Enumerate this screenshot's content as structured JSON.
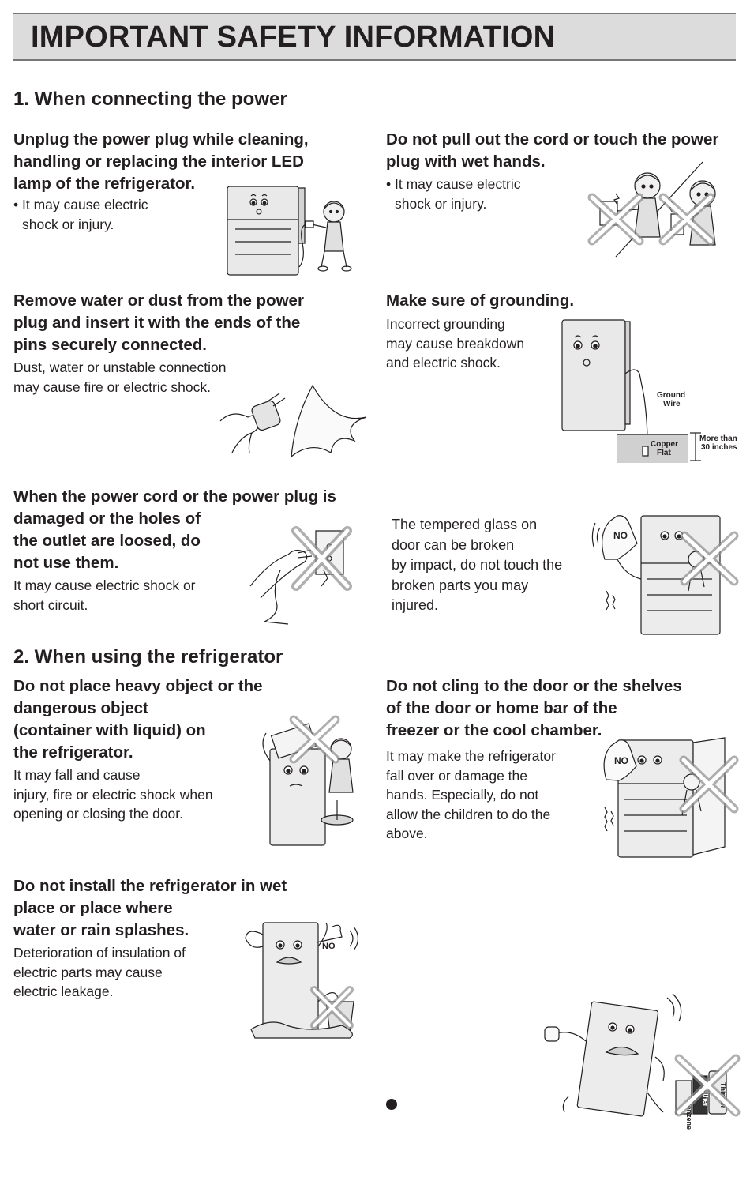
{
  "title": "IMPORTANT SAFETY INFORMATION",
  "section1": {
    "title": "1. When connecting the power",
    "b1": {
      "heading": [
        "Unplug the power plug while cleaning,",
        "handling or replacing the interior LED",
        "lamp of the refrigerator."
      ],
      "text": [
        "• It may cause electric",
        "shock or injury."
      ]
    },
    "b2": {
      "heading": [
        "Do not pull out the cord or touch the power",
        "plug with wet hands."
      ],
      "text": [
        "• It may cause electric",
        "shock or injury."
      ]
    },
    "b3": {
      "heading": [
        "Remove water or dust from the power",
        "plug and insert it with the ends of the",
        "pins securely connected."
      ],
      "text": [
        "Dust, water or unstable connection",
        "may cause fire or electric shock."
      ]
    },
    "b4": {
      "heading": [
        "Make sure of grounding."
      ],
      "text": [
        "Incorrect grounding",
        "may cause breakdown",
        "and electric shock."
      ],
      "labels": {
        "ground1": "Ground",
        "ground2": "Wire",
        "copper1": "Copper",
        "copper2": "Flat",
        "more1": "More than",
        "more2": "30 inches"
      }
    },
    "b5": {
      "heading": [
        "When the power cord or the power plug is",
        "damaged or the holes of",
        "the outlet are loosed, do",
        "not use them."
      ],
      "text": [
        "It may cause electric shock or",
        "short circuit."
      ]
    },
    "b6": {
      "text": [
        "The tempered glass on",
        "door can be broken",
        "by impact, do not touch the",
        "broken parts you may",
        "injured."
      ],
      "no_sign": "NO"
    }
  },
  "section2": {
    "title": "2. When using the refrigerator",
    "b7": {
      "heading": [
        "Do not place heavy object or the",
        "dangerous object",
        "(container with liquid) on",
        "the refrigerator."
      ],
      "text": [
        "It may fall and cause",
        "injury, fire or electric shock when",
        "opening or closing the door."
      ]
    },
    "b8": {
      "heading": [
        "Do not cling to the door or the shelves",
        "of the door or home bar of the",
        "freezer or the cool chamber."
      ],
      "text": [
        "It may make the refrigerator",
        "fall over or damage the",
        "hands. Especially, do not",
        "allow the children to do the",
        "above."
      ],
      "no_sign": "NO"
    },
    "b9": {
      "heading": [
        "Do not install the refrigerator in wet",
        "place or place where",
        "water or rain splashes."
      ],
      "text": [
        "Deterioration of insulation of",
        "electric parts may cause",
        "electric leakage."
      ],
      "no_sign": "NO"
    },
    "b10": {
      "labels": {
        "c1": "Benzene",
        "c2": "Ether",
        "c3": "Thinner"
      }
    }
  }
}
